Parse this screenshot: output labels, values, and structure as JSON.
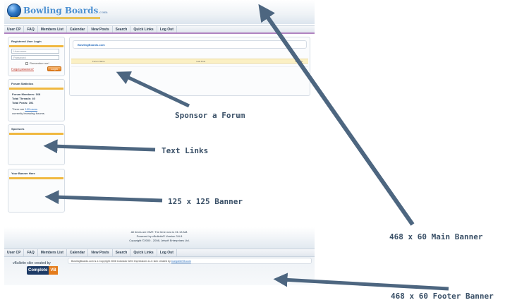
{
  "header": {
    "logo_text": "Bowling Boards",
    "logo_suffix": ".com"
  },
  "nav": {
    "items": [
      "User CP",
      "FAQ",
      "Members List",
      "Calendar",
      "New Posts",
      "Search",
      "Quick Links",
      "Log Out"
    ]
  },
  "login": {
    "title": "Registered User Login",
    "username_placeholder": "Username",
    "password_placeholder": "Password",
    "remember_label": "Remember me!",
    "forgot_label": "Forgot password?",
    "go_label": "Login"
  },
  "stats": {
    "title": "Forum Statistics",
    "members": "Forum Members: 168",
    "threads": "Total Threads: 40",
    "posts": "Total Posts: 191",
    "online_prefix": "There are",
    "online_count": "109 users",
    "online_suffix": "currently browsing forums."
  },
  "sponsors": {
    "title": "Sponsors"
  },
  "banner_box": {
    "title": "Your Banner Here"
  },
  "content": {
    "title": "BowlingBoards.com",
    "col_forum": "Forum Name",
    "col_last": "Last Post",
    "col_threads": "Threads"
  },
  "footer": {
    "times": "All times are GMT. The time now is 01:13 AM.",
    "powered": "Powered by vBulletin® Version 3.6.8",
    "copyright": "Copyright ©2000 - 2008, Jelsoft Enterprises Ltd.",
    "credit": "vBulletin skin created by",
    "credit_logo_a": "Complete",
    "credit_logo_b": "VB",
    "site_copy": "BowlingBoards.com is a Copyright 2008 Colorado Web Impressions LLC skin created by",
    "site_copy_link": "CompleteVB.com"
  },
  "annotations": {
    "sponsor_forum": "Sponsor a Forum",
    "text_links": "Text Links",
    "banner_125": "125 x 125 Banner",
    "main_banner": "468 x 60 Main Banner",
    "footer_banner": "468 x 60 Footer Banner"
  },
  "colors": {
    "arrow": "#4d6680",
    "accent_orange": "#f0b840",
    "nav_border": "#b083c0"
  }
}
